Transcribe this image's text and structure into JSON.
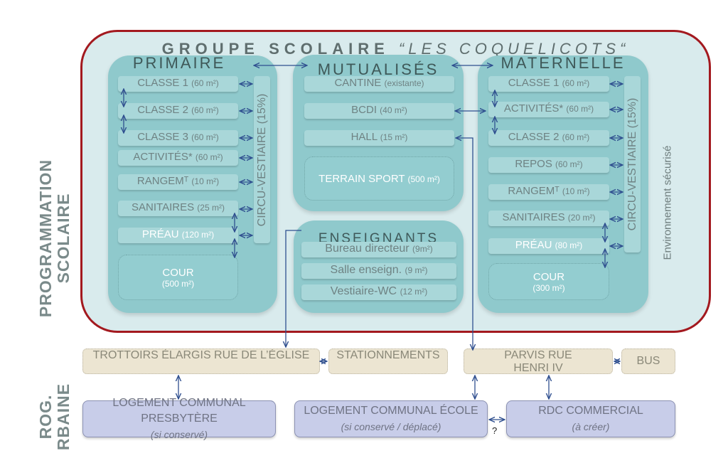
{
  "title": {
    "main": "GROUPE SCOLAIRE",
    "name": "“LES COQUELICOTS“"
  },
  "side_labels": {
    "scolaire_1": "PROGRAMMATION",
    "scolaire_2": "SCOLAIRE",
    "urbaine_1": "ROG.",
    "urbaine_2": "RBAINE"
  },
  "environment": "Environnement sécurisé",
  "primaire": {
    "title": "PRIMAIRE",
    "circulation": "CIRCU-VESTIAIRE (15%)",
    "rooms": [
      {
        "name": "CLASSE 1",
        "area": "(60 m²)"
      },
      {
        "name": "CLASSE 2",
        "area": "(60 m²)"
      },
      {
        "name": "CLASSE 3",
        "area": "(60 m²)"
      },
      {
        "name": "ACTIVITÉS*",
        "area": "(60 m²)"
      },
      {
        "name": "RANGEMᵀ",
        "area": "(10 m²)"
      },
      {
        "name": "SANITAIRES",
        "area": "(25 m²)"
      },
      {
        "name": "PRÉAU",
        "area": "(120 m²)"
      }
    ],
    "cour": {
      "name": "COUR",
      "area": "(500 m²)"
    }
  },
  "mutualises": {
    "title": "MUTUALISÉS",
    "rooms": [
      {
        "name": "CANTINE",
        "area": "(existante)"
      },
      {
        "name": "BCDI",
        "area": "(40 m²)"
      },
      {
        "name": "HALL",
        "area": "(15 m²)"
      }
    ],
    "terrain": {
      "name": "TERRAIN SPORT",
      "area": "(500 m²)"
    }
  },
  "enseignants": {
    "title": "ENSEIGNANTS",
    "rooms": [
      {
        "name": "Bureau directeur",
        "area": "(9m²)"
      },
      {
        "name": "Salle enseign.",
        "area": "(9 m²)"
      },
      {
        "name": "Vestiaire-WC",
        "area": "(12 m²)"
      }
    ]
  },
  "maternelle": {
    "title": "MATERNELLE",
    "circulation": "CIRCU-VESTIAIRE (15%)",
    "rooms": [
      {
        "name": "CLASSE 1",
        "area": "(60 m²)"
      },
      {
        "name": "ACTIVITÉS*",
        "area": "(60 m²)"
      },
      {
        "name": "CLASSE 2",
        "area": "(60 m²)"
      },
      {
        "name": "REPOS",
        "area": "(60 m²)"
      },
      {
        "name": "RANGEMᵀ",
        "area": "(10 m²)"
      },
      {
        "name": "SANITAIRES",
        "area": "(20 m²)"
      },
      {
        "name": "PRÉAU",
        "area": "(80 m²)"
      }
    ],
    "cour": {
      "name": "COUR",
      "area": "(300 m²)"
    }
  },
  "urban": {
    "public": [
      "TROTTOIRS ÉLARGIS RUE DE L’ÉGLISE",
      "STATIONNEMENTS",
      "PARVIS RUE HENRI IV",
      "BUS"
    ],
    "buildings": [
      {
        "name": "LOGEMENT COMMUNAL PRESBYTÈRE",
        "note": "(si conservé)"
      },
      {
        "name": "LOGEMENT COMMUNAL ÉCOLE",
        "note": "(si conservé / déplacé)"
      },
      {
        "name": "RDC COMMERCIAL",
        "note": "(à créer)"
      }
    ],
    "question": "?"
  }
}
